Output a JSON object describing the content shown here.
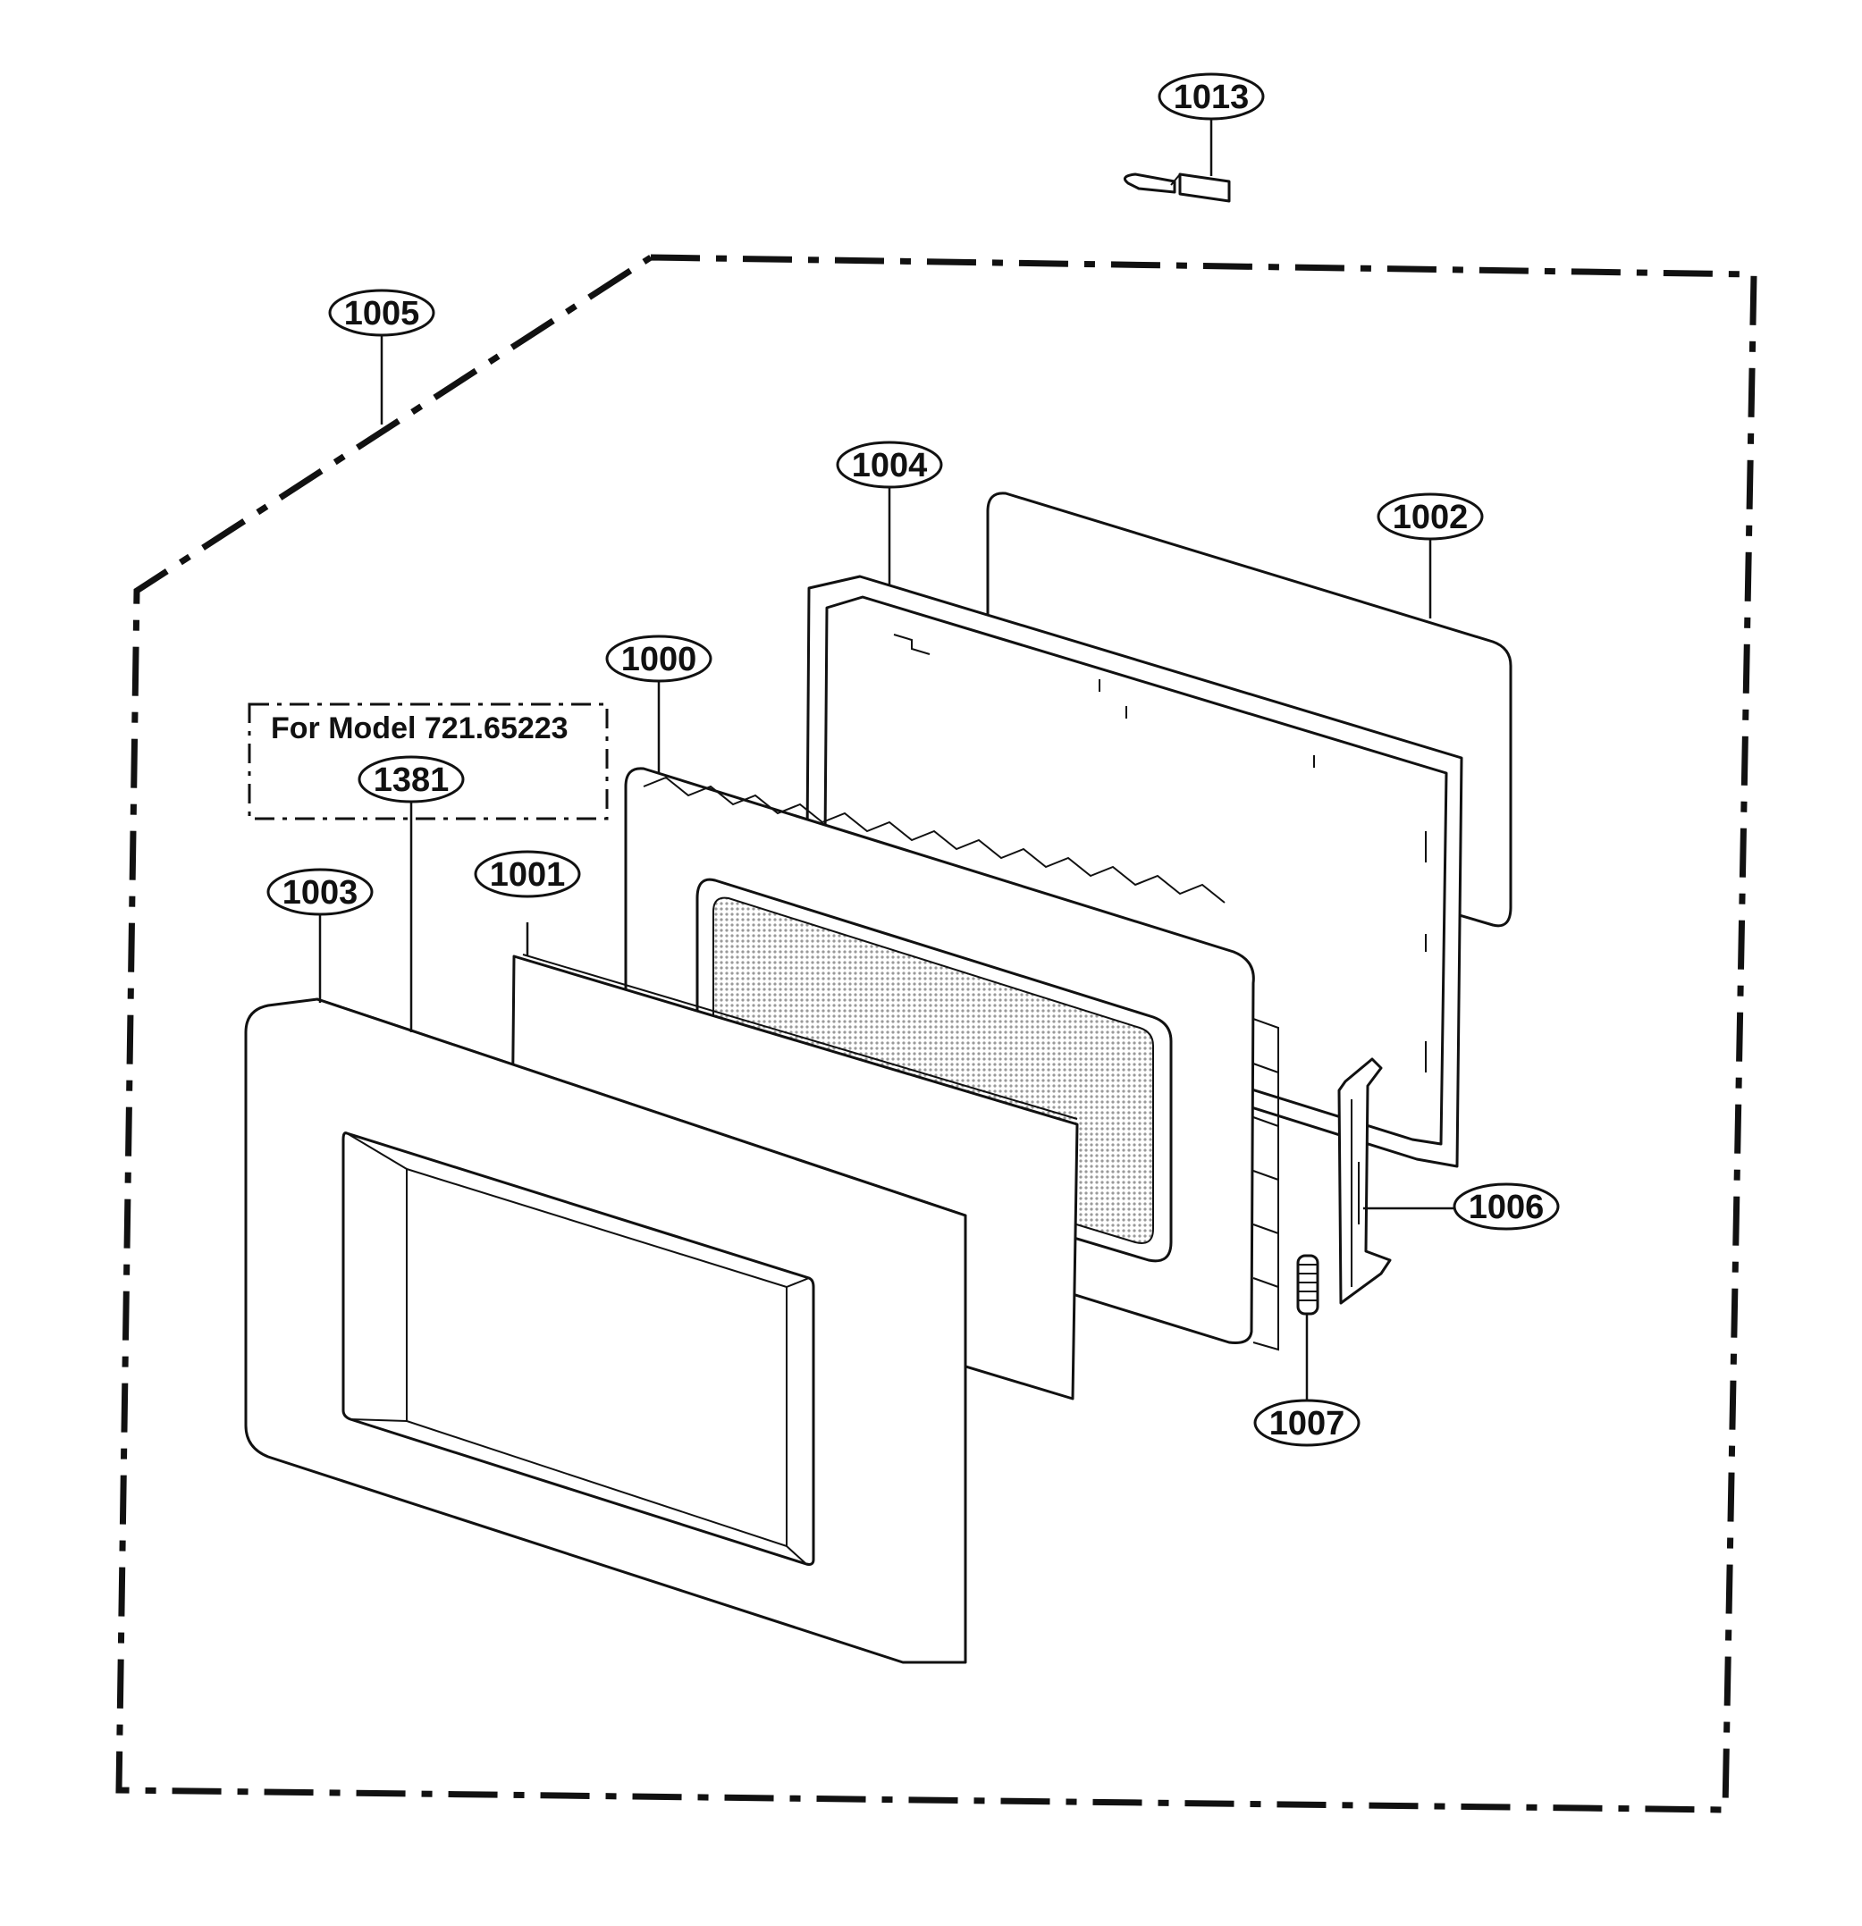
{
  "model_note": {
    "label": "For Model  721.65223"
  },
  "callouts": [
    {
      "id": "1013",
      "label": "1013"
    },
    {
      "id": "1005",
      "label": "1005"
    },
    {
      "id": "1004",
      "label": "1004"
    },
    {
      "id": "1002",
      "label": "1002"
    },
    {
      "id": "1000",
      "label": "1000"
    },
    {
      "id": "1381",
      "label": "1381"
    },
    {
      "id": "1001",
      "label": "1001"
    },
    {
      "id": "1003",
      "label": "1003"
    },
    {
      "id": "1006",
      "label": "1006"
    },
    {
      "id": "1007",
      "label": "1007"
    }
  ],
  "colors": {
    "line": "#111111",
    "mesh": "#bdbdbd",
    "background": "#ffffff"
  }
}
